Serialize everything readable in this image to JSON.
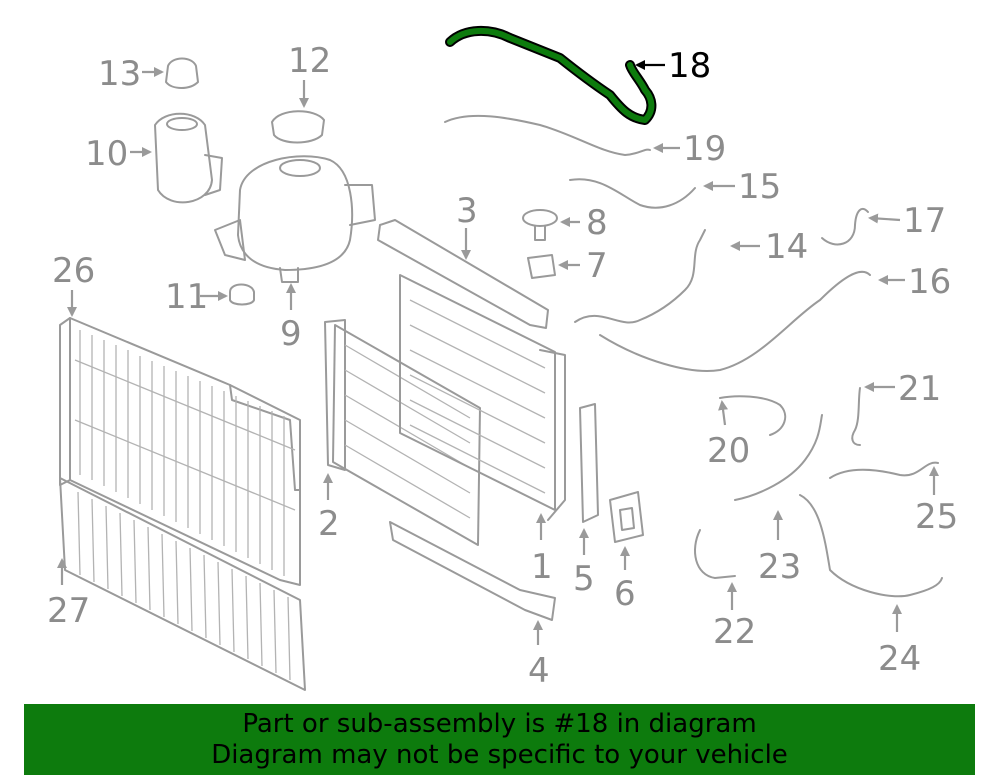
{
  "callouts": [
    "1",
    "2",
    "3",
    "4",
    "5",
    "6",
    "7",
    "8",
    "9",
    "10",
    "11",
    "12",
    "13",
    "14",
    "15",
    "16",
    "17",
    "18",
    "19",
    "20",
    "21",
    "22",
    "23",
    "24",
    "25",
    "26",
    "27"
  ],
  "highlighted_part": "18",
  "colors": {
    "highlight": "#0d7b0d",
    "line": "#9a9a9a",
    "banner": "#0d7b0d"
  },
  "banner": {
    "line1": "Part or sub-assembly is #18 in diagram",
    "line2": "Diagram may not be specific to your vehicle"
  }
}
